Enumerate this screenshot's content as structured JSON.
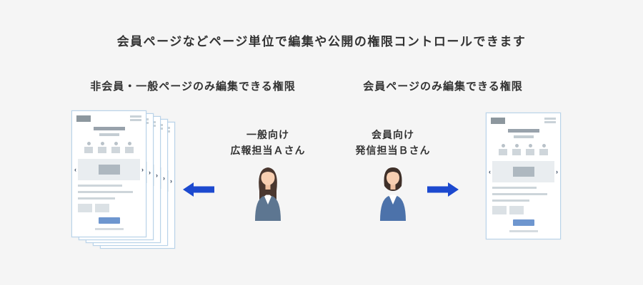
{
  "page": {
    "title": "会員ページなどページ単位で編集や公開の権限コントロールできます",
    "background": "#f5f5f5"
  },
  "left_group": {
    "heading": "非会員・一般ページのみ編集できる権限",
    "person_label_line1": "一般向け",
    "person_label_line2": "広報担当Ａさん",
    "arrow_direction": "left",
    "page_stack_count": 5
  },
  "right_group": {
    "heading": "会員ページのみ編集できる権限",
    "person_label_line1": "会員向け",
    "person_label_line2": "発信担当Ｂさん",
    "arrow_direction": "right",
    "page_stack_count": 1
  },
  "wireframe": {
    "carousel_prev": "‹",
    "carousel_next": "›"
  },
  "colors": {
    "arrow_blue": "#1c49cf",
    "wireframe_border": "#b9d3e9",
    "wireframe_button": "#6e96cf",
    "jacket_a": "#5d7691",
    "jacket_b": "#4c72aa",
    "title_text": "#333333"
  }
}
